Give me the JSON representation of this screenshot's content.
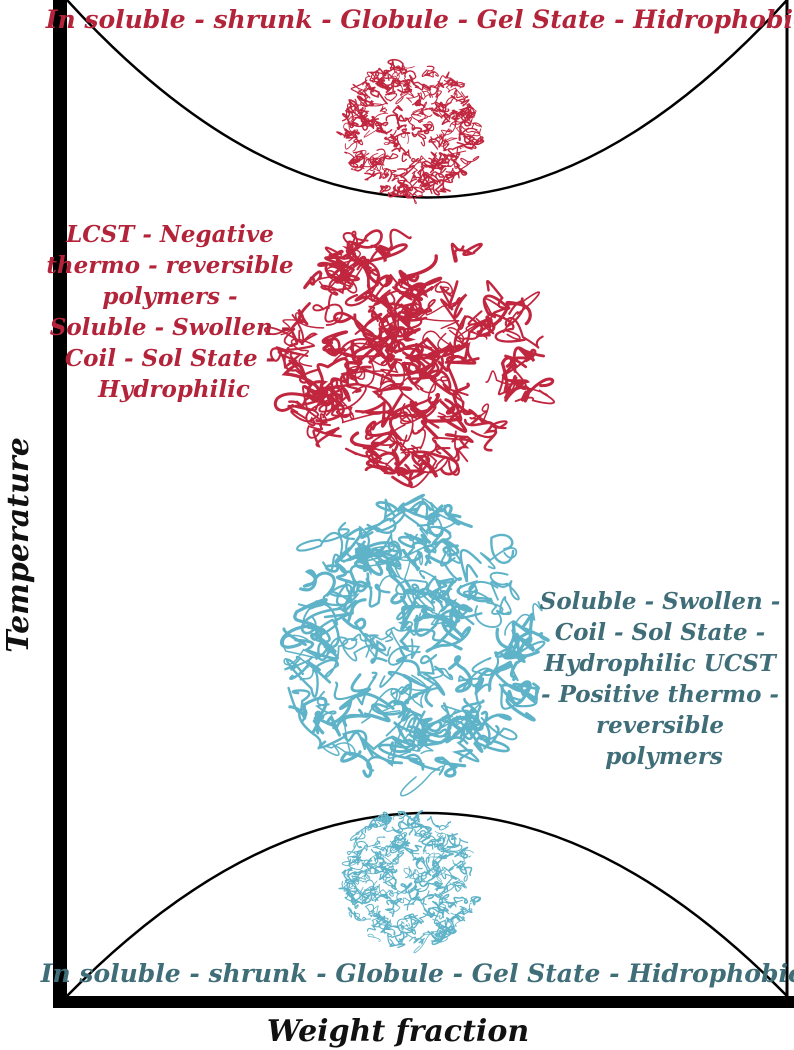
{
  "colors": {
    "lcst": "#b3243a",
    "ucst": "#3f6d78",
    "coil_red": "#c1263f",
    "coil_teal": "#5fb3c8",
    "frame": "#000000"
  },
  "top_label": "In soluble - shrunk - Globule - Gel State - Hidrophobic",
  "bottom_label": "In soluble - shrunk - Globule - Gel State - Hidrophobic",
  "lcst_label": [
    "LCST - Negative",
    "thermo - reversible",
    "polymers -",
    "Soluble - Swollen -",
    "Coil - Sol State -",
    "Hydrophilic"
  ],
  "ucst_label": [
    "Soluble - Swollen -",
    "Coil - Sol State -",
    "Hydrophilic UCST",
    "- Positive thermo -",
    "reversible",
    "polymers"
  ],
  "axes": {
    "x_label": "Weight fraction",
    "y_label": "Temperature"
  },
  "images": [
    "red-globule-collapsed",
    "red-coil-swollen",
    "teal-coil-swollen",
    "teal-globule-collapsed"
  ]
}
